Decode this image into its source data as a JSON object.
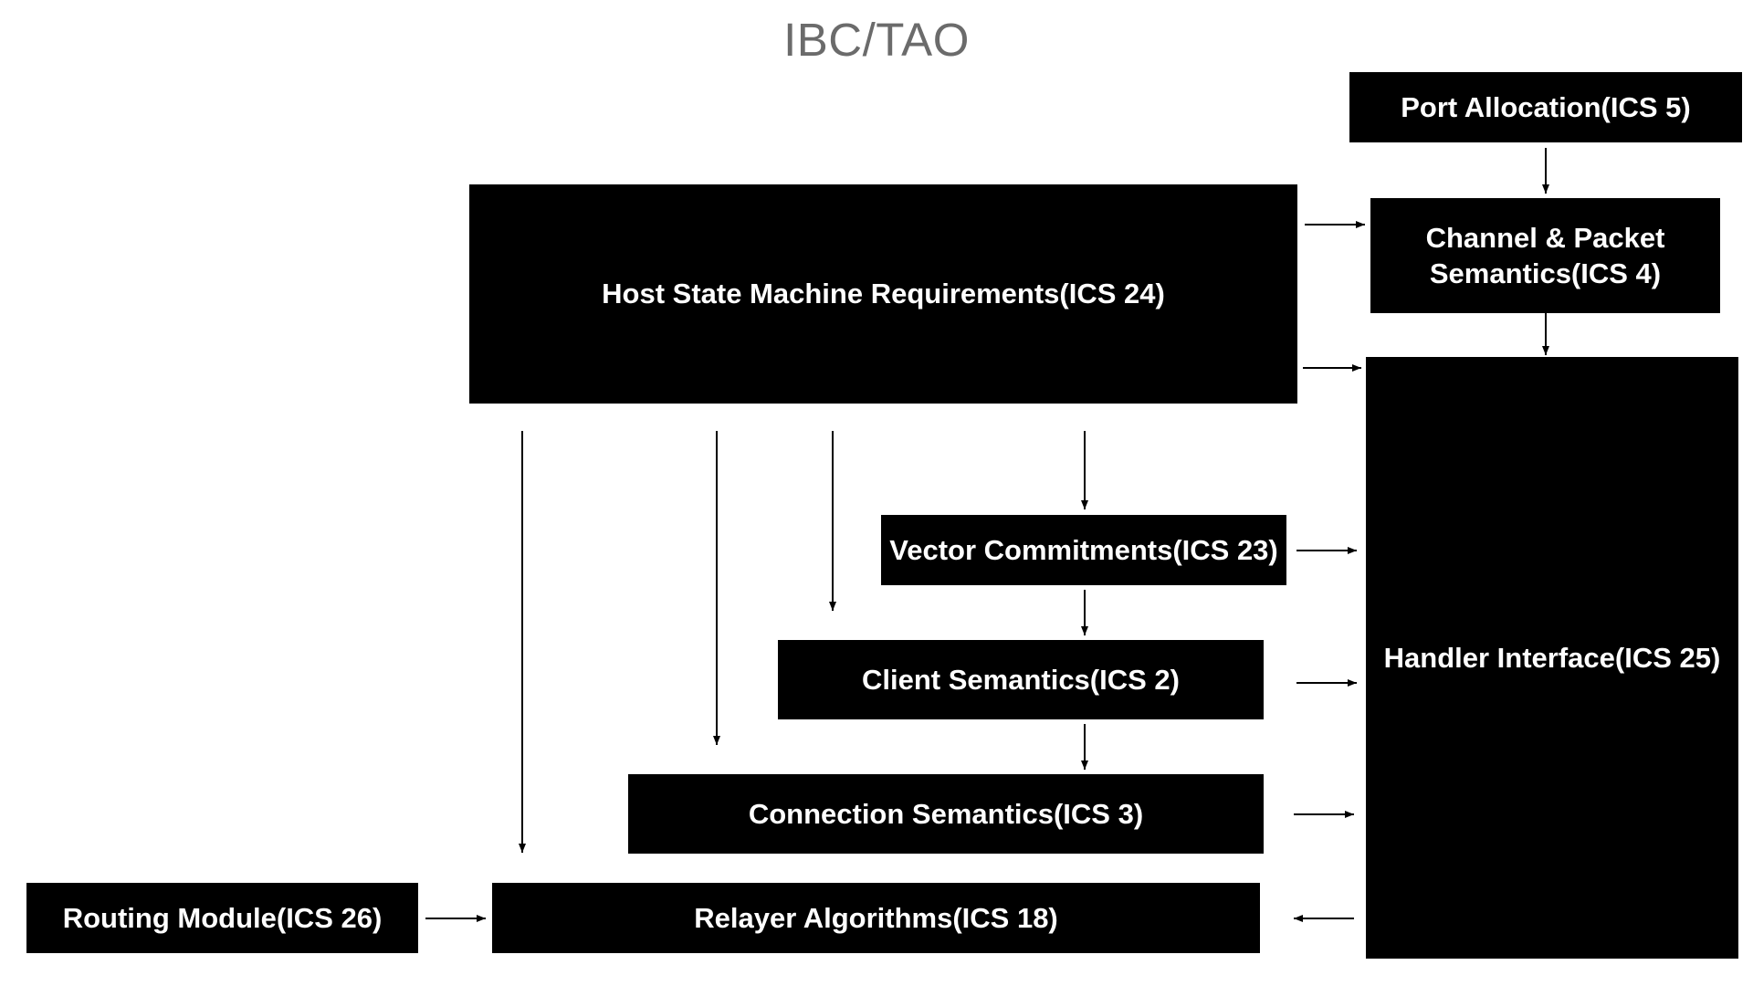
{
  "title": "IBC/TAO",
  "boxes": {
    "port_allocation": "Port Allocation(ICS 5)",
    "channel_packet_line1": "Channel & Packet",
    "channel_packet_line2": "Semantics(ICS 4)",
    "host_state_machine": "Host State Machine Requirements(ICS 24)",
    "vector_commitments": "Vector Commitments(ICS 23)",
    "client_semantics": "Client Semantics(ICS 2)",
    "connection_semantics": "Connection Semantics(ICS 3)",
    "handler_interface": "Handler Interface(ICS 25)",
    "routing_module": "Routing Module(ICS 26)",
    "relayer_algorithms": "Relayer Algorithms(ICS 18)"
  },
  "colors": {
    "box_fill": "#000000",
    "box_text": "#ffffff",
    "title_text": "#6b6b6b",
    "arrow": "#000000"
  }
}
